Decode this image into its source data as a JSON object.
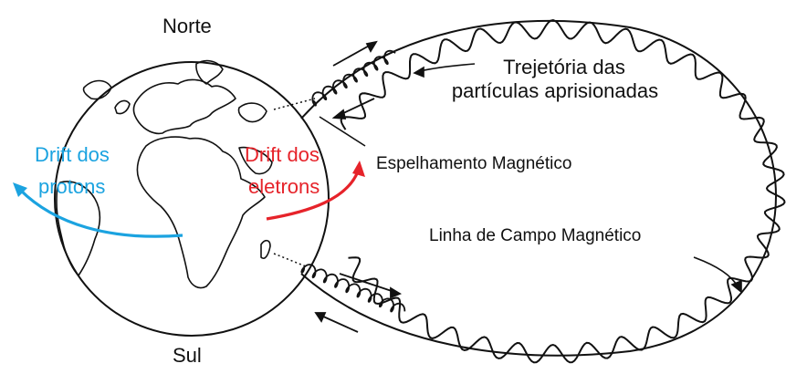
{
  "labels": {
    "north": "Norte",
    "south": "Sul",
    "trapped_line1": "Trejetória das",
    "trapped_line2": "partículas aprisionadas",
    "mirror": "Espelhamento Magnético",
    "field_line": "Linha de Campo Magnético",
    "proton_line1": "Drift dos",
    "proton_line2": "protons",
    "electron_line1": "Drift dos",
    "electron_line2": "eletrons"
  },
  "colors": {
    "protons": "#1ba3e0",
    "electrons": "#e6232a",
    "ink": "#111111"
  }
}
